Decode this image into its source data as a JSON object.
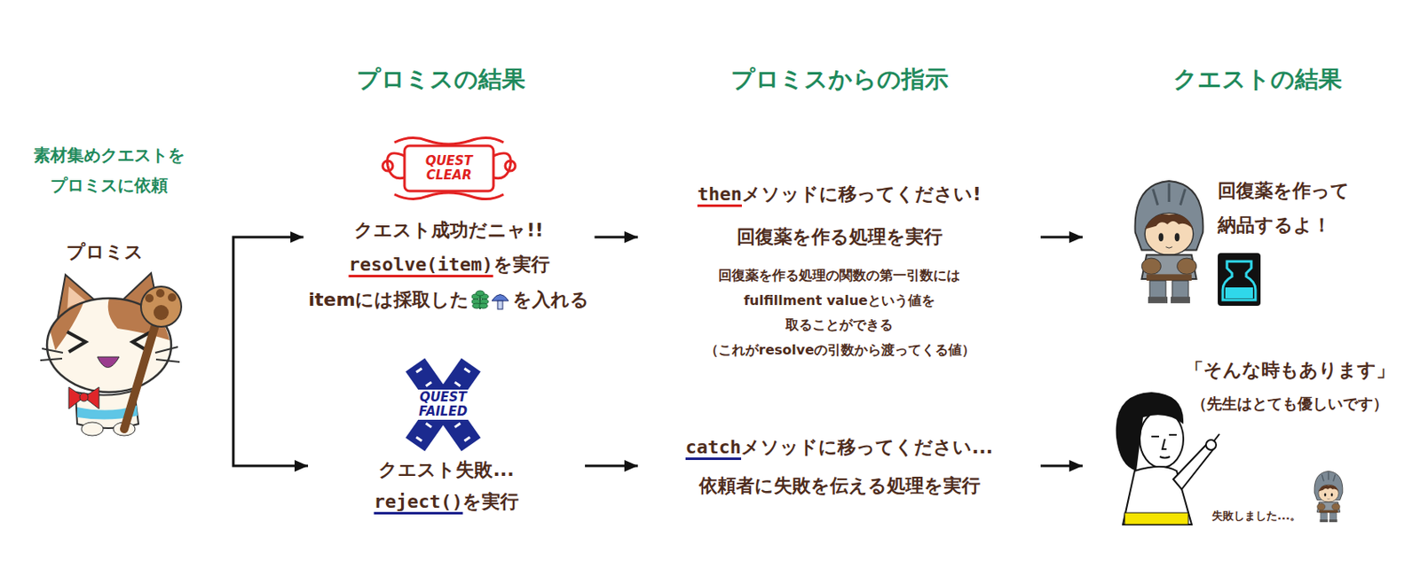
{
  "diagram": {
    "nodes": [
      {
        "text": [
          "素材集めクエストを プロミスに依頼",
          "プロミス"
        ]
      },
      {
        "text": [
          "クエスト成功だニャ!!",
          "resolve(item)",
          "を実行",
          "itemには採取した",
          "を入れる"
        ]
      },
      {
        "text": [
          "then",
          "メソッドに移ってください!",
          "回復薬を作る処理を実行",
          "回復薬を作る処理の関数の第一引数には fulfillment valueという値を 取ることができる （これがresolveの引数から渡ってくる値）"
        ]
      },
      {
        "text": [
          "クエスト失敗...",
          "reject()",
          "を実行"
        ]
      },
      {
        "text": [
          "catch",
          "メソッドに移ってください...",
          "依頼者に失敗を伝える処理を実行"
        ]
      },
      {
        "text": [
          "回復薬を作って 納品するよ！"
        ]
      },
      {
        "text": [
          "「そんな時もあります」",
          "（先生はとても優しいです）",
          "失敗しました...。"
        ]
      }
    ],
    "edges": [
      {
        "from": 0,
        "to": 1,
        "arrow": "to"
      },
      {
        "from": 0,
        "to": 3,
        "arrow": "to"
      },
      {
        "from": 1,
        "to": 2,
        "arrow": "to"
      },
      {
        "from": 2,
        "to": 5,
        "arrow": "to"
      },
      {
        "from": 3,
        "to": 4,
        "arrow": "to"
      },
      {
        "from": 4,
        "to": 6,
        "arrow": "to"
      }
    ],
    "labels": [
      "プロミスの結果",
      "プロミスからの指示",
      "クエストの結果",
      "QUEST CLEAR",
      "QUEST FAILED"
    ]
  }
}
